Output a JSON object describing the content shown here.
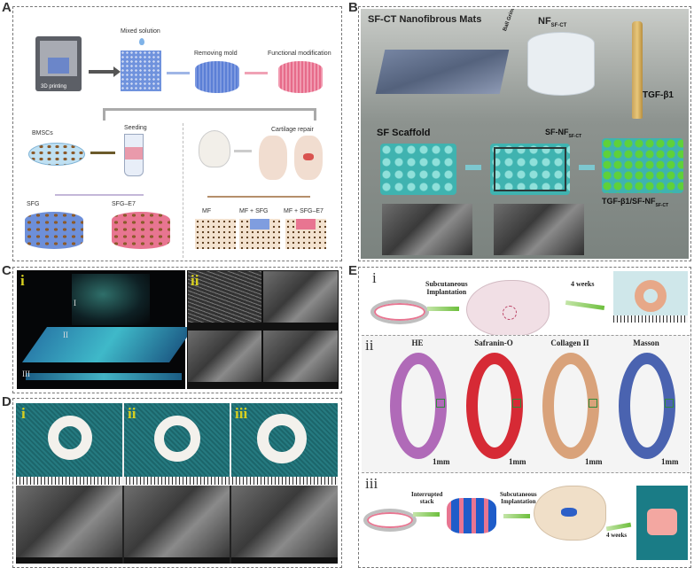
{
  "panels": {
    "A": {
      "letter": "A",
      "printer_label": "3D printing",
      "mixed_solution": "Mixed solution",
      "removing_mold": "Removing mold",
      "functional_modification": "Functional modification",
      "bmscs": "BMSCs",
      "seeding": "Seeding",
      "cartilage_repair": "Cartilage repair",
      "sfg": "SFG",
      "sfg_e7": "SFG–E7",
      "mf": "MF",
      "mf_sfg": "MF + SFG",
      "mf_sfg_e7": "MF + SFG–E7"
    },
    "B": {
      "letter": "B",
      "mats_title": "SF-CT Nanofibrous Mats",
      "nf_label": "NF",
      "nf_sub": "SF-CT",
      "ball_grinding": "Ball Grinding",
      "tgf": "TGF-β1",
      "sf_scaffold": "SF Scaffold",
      "sf_nf_label": "SF-NF",
      "sf_nf_sub": "SF-CT",
      "tgf_sf_nf_label": "TGF-β1/SF-NF",
      "tgf_sf_nf_sub": "SF-CT"
    },
    "C": {
      "letter": "C",
      "i": "i",
      "ii": "ii",
      "layer_I": "I",
      "layer_II": "II",
      "layer_III": "III"
    },
    "D": {
      "letter": "D",
      "i": "i",
      "ii": "ii",
      "iii": "iii"
    },
    "E": {
      "letter": "E",
      "i": "i",
      "ii": "ii",
      "iii": "iii",
      "subcutaneous_implantation": "Subcutaneous\nImplantation",
      "four_weeks": "4 weeks",
      "stains": [
        "HE",
        "Safranin-O",
        "Collagen II",
        "Masson"
      ],
      "scale": "1mm",
      "interrupted_stack": "Interrupted\nstack",
      "subcutaneous_implantation_2": "Subcutaneous\nImplantation",
      "four_weeks_2": "4 weeks"
    }
  },
  "colors": {
    "tissue_he": "#b06ab8",
    "tissue_safranin": "#d62a35",
    "tissue_collagen": "#d9a27a",
    "tissue_masson": "#4a63b0",
    "scaffold_blue": "#5b7fd6",
    "scaffold_pink": "#e76b8a",
    "teal_scaffold": "#3fb3b0",
    "green_tgf": "#5fd13a"
  }
}
